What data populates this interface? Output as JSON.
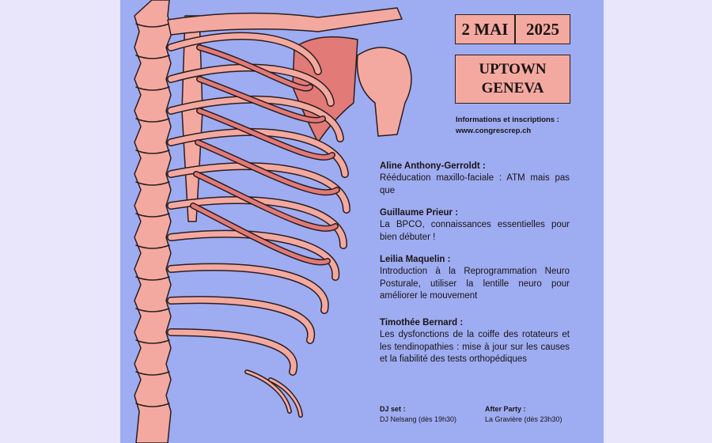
{
  "event": {
    "day": "2 MAI",
    "year": "2025",
    "venue_line1": "UPTOWN",
    "venue_line2": "GENEVA",
    "info_label": "Informations et inscriptions :",
    "info_url": "www.congrescrep.ch"
  },
  "talks": [
    {
      "speaker": "Aline Anthony-Gerroldt :",
      "title": "Rééducation maxillo-faciale : ATM mais pas que"
    },
    {
      "speaker": "Guillaume Prieur :",
      "title": "La BPCO, connaissances essentielles pour bien débuter !"
    },
    {
      "speaker": "Leilia Maquelin :",
      "title": "Introduction à la Reprogrammation Neuro Posturale, utiliser la lentille neuro pour améliorer le mouvement"
    },
    {
      "speaker": "Timothée Bernard :",
      "title": "Les dysfonctions de la coiffe des rotateurs et les tendinopathies : mise à jour sur les causes et la fiabilité des tests orthopédiques"
    }
  ],
  "footer": {
    "dj_label": "DJ set :",
    "dj_value": "DJ Nelsang (dès 19h30)",
    "party_label": "After Party :",
    "party_value": "La Gravière (dès 23h30)"
  },
  "colors": {
    "poster_background": "#9eacf2",
    "bone": "#f4a9a0",
    "bone_dark": "#e27a78",
    "outline": "#2a1e1e",
    "page_background": "#e9e6fb"
  },
  "artwork": "skeleton-ribcage-illustration"
}
